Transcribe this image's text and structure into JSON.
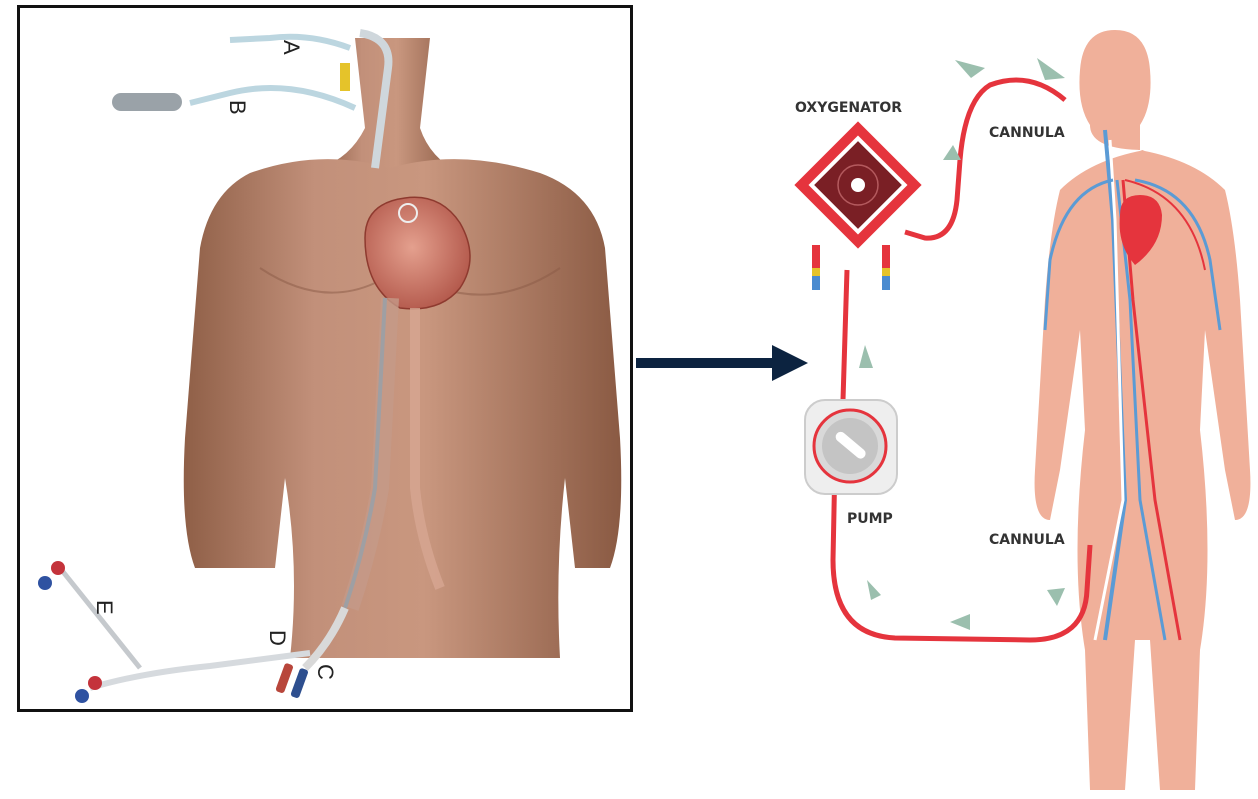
{
  "left_panel": {
    "labels": {
      "a": "A",
      "b": "B",
      "c": "C",
      "d": "D",
      "e": "E"
    }
  },
  "right_panel": {
    "oxygenator_label": "OXYGENATOR",
    "cannula_top_label": "CANNULA",
    "pump_label": "PUMP",
    "cannula_bottom_label": "CANNULA"
  },
  "colors": {
    "arrow": "#0c2340",
    "skin_realistic": "#b7846a",
    "skin_flat": "#f0b09a",
    "tubing": "#e5343d",
    "flow_arrow": "#9bbfae",
    "vein": "#5b9bd5"
  }
}
